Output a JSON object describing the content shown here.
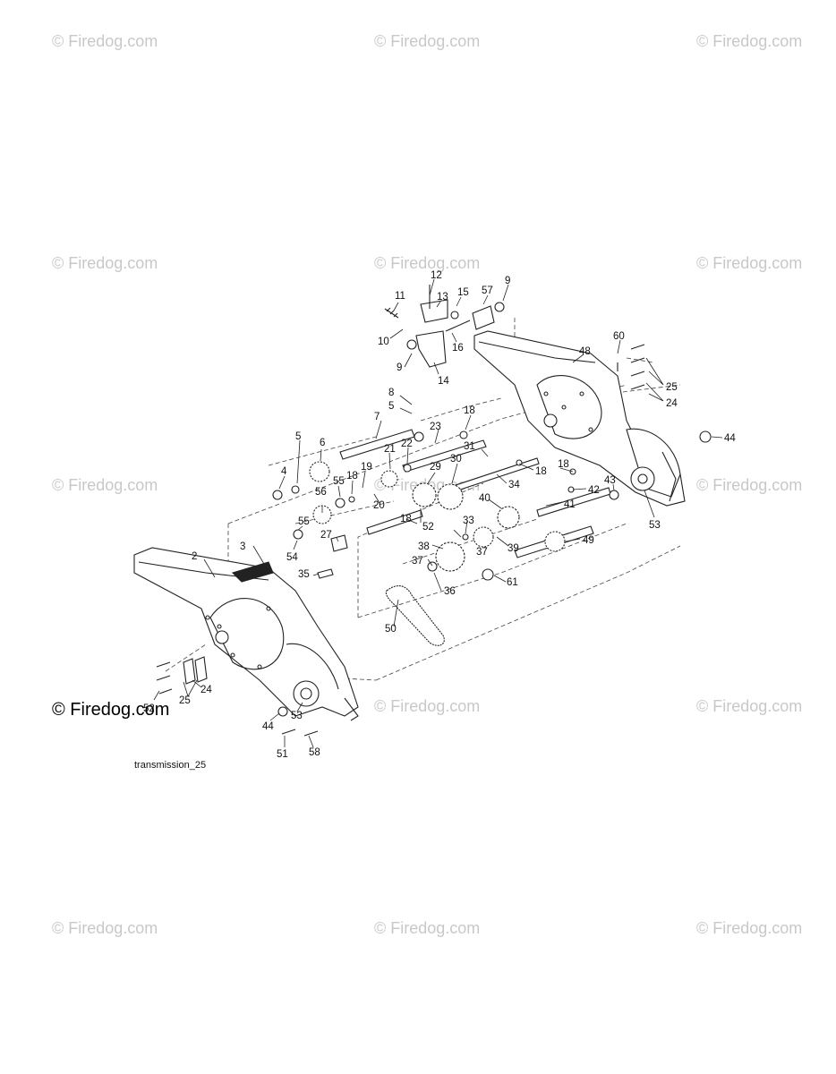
{
  "watermarks": [
    "© Firedog.com",
    "© Firedog.com",
    "© Firedog.com",
    "© Firedog.com",
    "© Firedog.com",
    "© Firedog.com",
    "© Firedog.com",
    "© Firedog.com",
    "© Firedog.com",
    "© Firedog.com",
    "© Firedog.com",
    "© Firedog.com",
    "© Firedog.com",
    "© Firedog.com",
    "© Firedog.com"
  ],
  "watermark_strong": "© Firedog.com",
  "caption": "transmission_25",
  "callouts": [
    "12",
    "11",
    "13",
    "15",
    "57",
    "9",
    "10",
    "16",
    "9",
    "14",
    "48",
    "60",
    "25",
    "24",
    "8",
    "5",
    "18",
    "7",
    "23",
    "6",
    "21",
    "22",
    "31",
    "18",
    "5",
    "4",
    "55",
    "18",
    "19",
    "29",
    "30",
    "34",
    "18",
    "42",
    "56",
    "20",
    "52",
    "40",
    "41",
    "43",
    "44",
    "53",
    "55",
    "33",
    "3",
    "39",
    "49",
    "27",
    "18",
    "37",
    "54",
    "38",
    "2",
    "37",
    "35",
    "36",
    "61",
    "50",
    "24",
    "25",
    "52",
    "53",
    "44",
    "51",
    "58"
  ]
}
